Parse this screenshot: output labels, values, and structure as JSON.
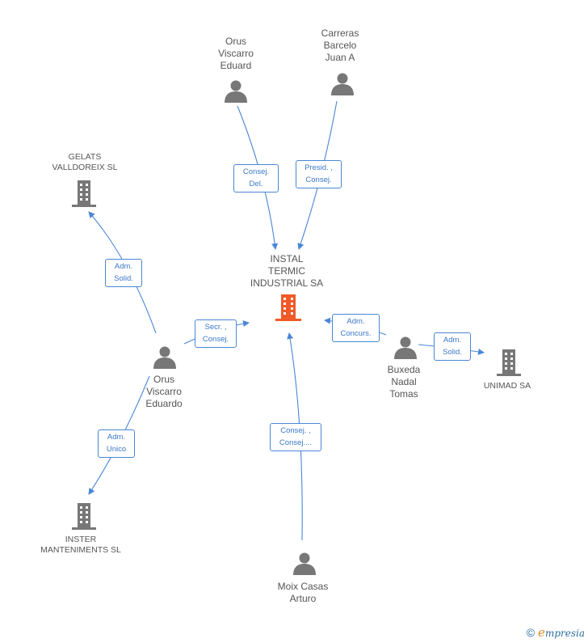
{
  "nodes": {
    "instal": {
      "label": "INSTAL\nTERMIC\nINDUSTRIAL SA"
    },
    "gelats": {
      "label": "GELATS\nVALLDOREIX SL"
    },
    "inster": {
      "label": "INSTER\nMANTENIMENTS SL"
    },
    "unimad": {
      "label": "UNIMAD SA"
    },
    "orus_eduard": {
      "label": "Orus\nViscarro\nEduard"
    },
    "carreras": {
      "label": "Carreras\nBarcelo\nJuan A"
    },
    "orus_eduardo": {
      "label": "Orus\nViscarro\nEduardo"
    },
    "buxeda": {
      "label": "Buxeda\nNadal\nTomas"
    },
    "moix": {
      "label": "Moix Casas\nArturo"
    }
  },
  "edges": {
    "orus_eduard_instal": "Consej.\nDel.",
    "carreras_instal": "Presid. ,\nConsej.",
    "eduardo_gelats": "Adm.\nSolid.",
    "eduardo_instal": "Secr. ,\nConsej.",
    "buxeda_instal": "Adm.\nConcurs.",
    "buxeda_unimad": "Adm.\nSolid.",
    "eduardo_inster": "Adm.\nUnico",
    "moix_instal": "Consej. ,\nConsej...."
  },
  "footer": {
    "copyright": "©",
    "brand_e": "e",
    "brand_rest": "mpresia"
  },
  "colors": {
    "edge": "#4a86d6",
    "icon": "#777777",
    "main_icon": "#f05a28"
  }
}
